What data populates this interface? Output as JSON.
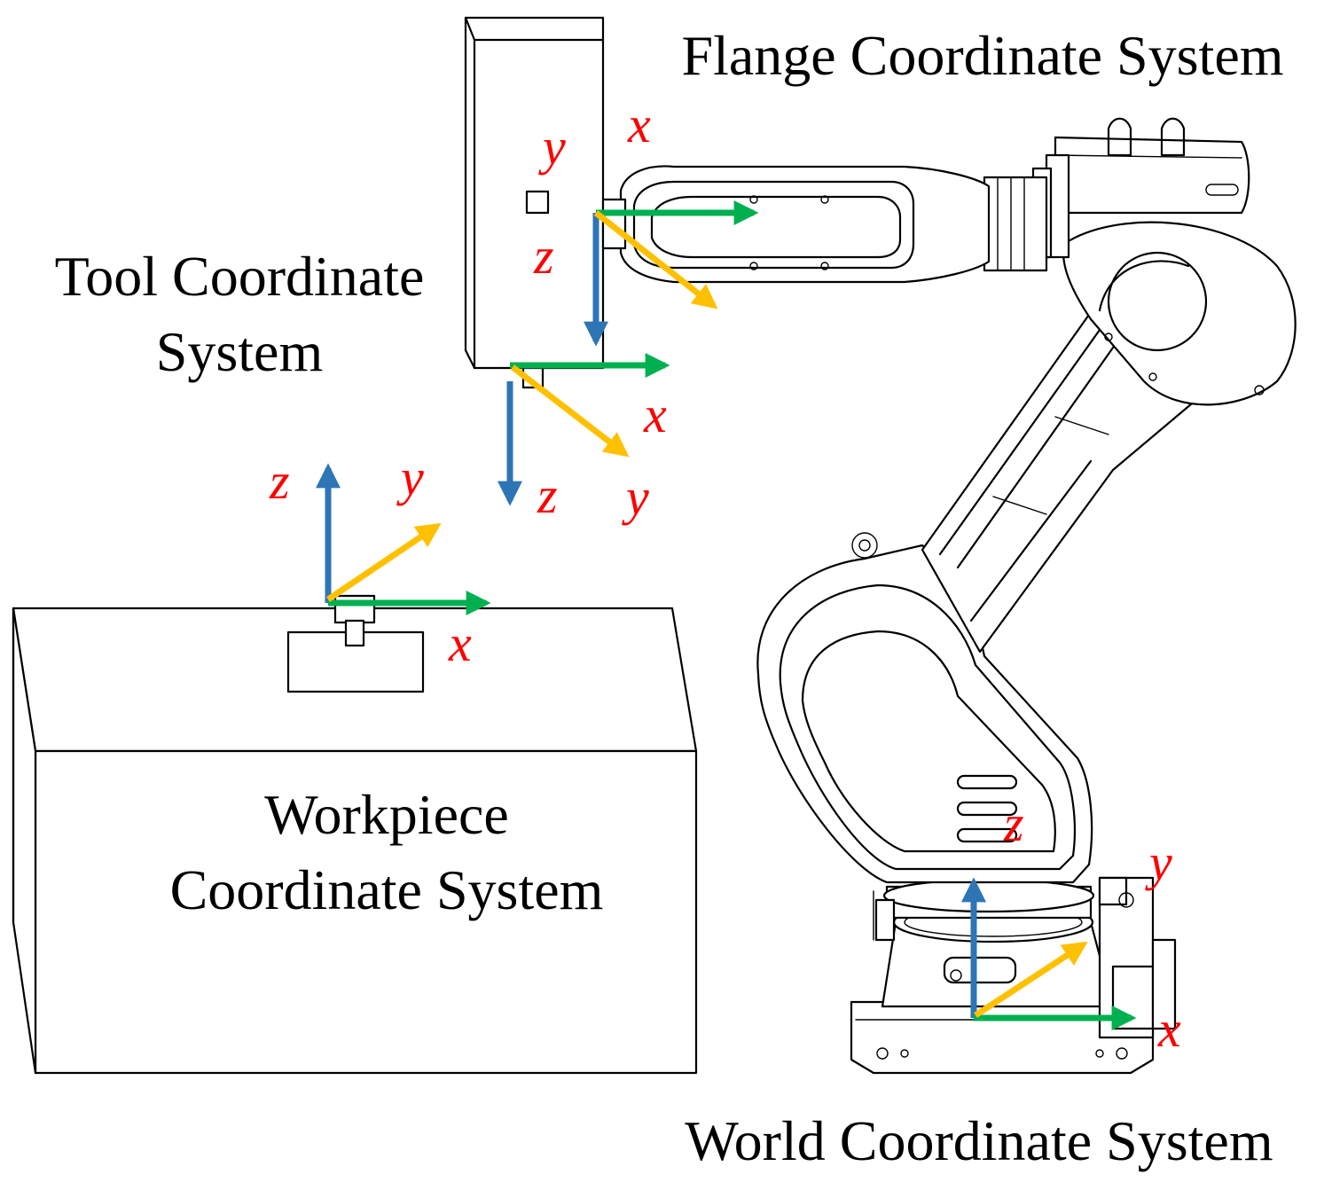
{
  "labels": {
    "flange": "Flange Coordinate System",
    "tool_line1": "Tool Coordinate",
    "tool_line2": "System",
    "workpiece_line1": "Workpiece",
    "workpiece_line2": "Coordinate System",
    "world": "World Coordinate System"
  },
  "axis_letters": {
    "x": "x",
    "y": "y",
    "z": "z"
  },
  "colors": {
    "x_axis": "#00b050",
    "y_axis": "#ffc000",
    "z_axis": "#2e75b6",
    "axis_label": "#ff0000",
    "outline": "#000000"
  }
}
